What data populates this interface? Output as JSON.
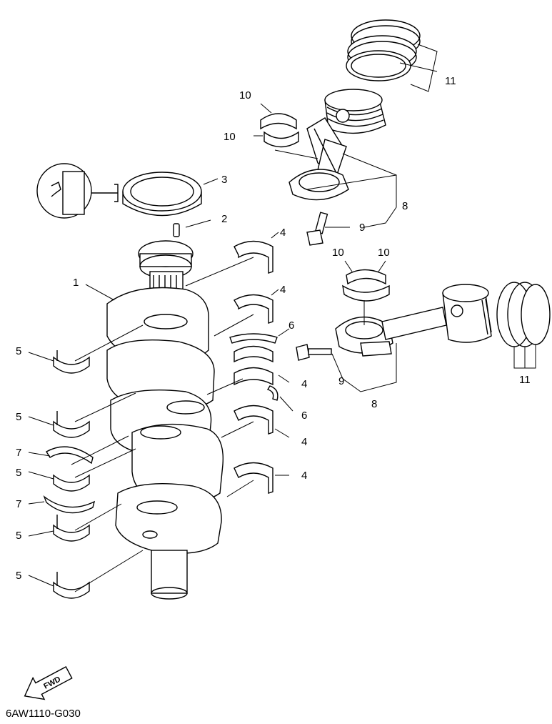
{
  "callouts": [
    {
      "id": "c1",
      "text": "1"
    },
    {
      "id": "c2",
      "text": "2"
    },
    {
      "id": "c3",
      "text": "3"
    },
    {
      "id": "c4a",
      "text": "4"
    },
    {
      "id": "c4b",
      "text": "4"
    },
    {
      "id": "c4c",
      "text": "4"
    },
    {
      "id": "c4d",
      "text": "4"
    },
    {
      "id": "c4e",
      "text": "4"
    },
    {
      "id": "c5a",
      "text": "5"
    },
    {
      "id": "c5b",
      "text": "5"
    },
    {
      "id": "c5c",
      "text": "5"
    },
    {
      "id": "c5d",
      "text": "5"
    },
    {
      "id": "c5e",
      "text": "5"
    },
    {
      "id": "c6a",
      "text": "6"
    },
    {
      "id": "c6b",
      "text": "6"
    },
    {
      "id": "c7a",
      "text": "7"
    },
    {
      "id": "c7b",
      "text": "7"
    },
    {
      "id": "c8a",
      "text": "8"
    },
    {
      "id": "c8b",
      "text": "8"
    },
    {
      "id": "c9a",
      "text": "9"
    },
    {
      "id": "c9b",
      "text": "9"
    },
    {
      "id": "c10a",
      "text": "10"
    },
    {
      "id": "c10b",
      "text": "10"
    },
    {
      "id": "c10c",
      "text": "10"
    },
    {
      "id": "c10d",
      "text": "10"
    },
    {
      "id": "c11a",
      "text": "11"
    },
    {
      "id": "c11b",
      "text": "11"
    }
  ],
  "fwd_label": "FWD",
  "diagram_code": "6AW1110-G030"
}
